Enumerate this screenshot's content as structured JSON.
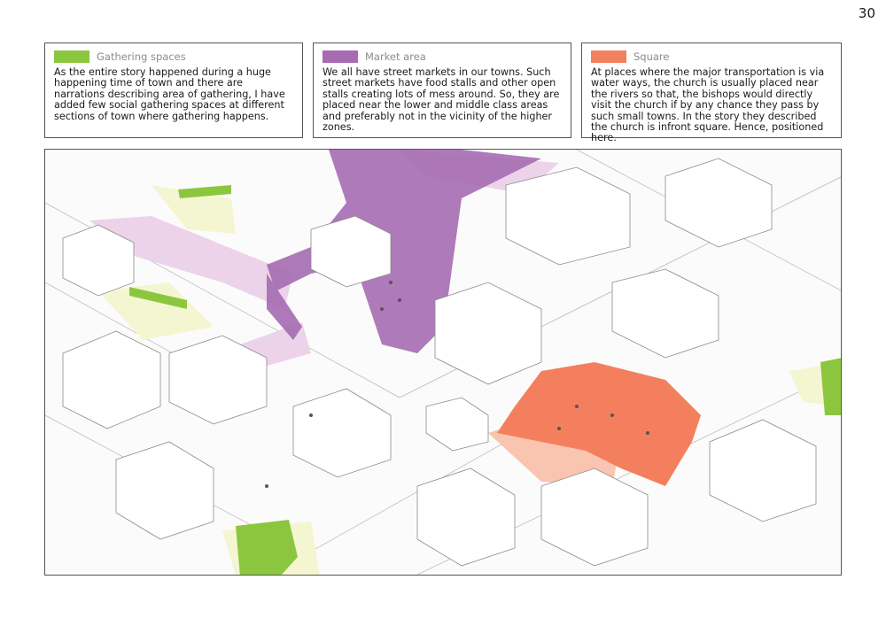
{
  "page_number": "30",
  "legend": [
    {
      "title": "Gathering spaces",
      "color": "#8cc63f",
      "text": "As the entire story happened during a huge happening time of town and there are narrations describing area of gathering, I have added few social gathering spaces at different sections of town where gathering happens."
    },
    {
      "title": "Market area",
      "color": "#a66bb1",
      "text": "We all have street markets in our towns. Such street markets have food stalls and other open stalls creating lots of mess around. So, they are placed near the lower and middle class areas and preferably not in the vicinity of the higher zones."
    },
    {
      "title": "Square",
      "color": "#f47f5e",
      "text": "At places where the major transportation is via water ways, the church is usually placed near the rivers so that, the bishops would directly visit the church if by any chance they pass by such small towns. In the story they described the church is infront square. Hence, positioned here."
    }
  ],
  "colors": {
    "gathering": "#8cc63f",
    "market": "#a66bb1",
    "square": "#f47f5e",
    "gathering_light": "#f4f6d2",
    "market_light": "#ecd3ea",
    "square_light": "#f9c4b0"
  }
}
